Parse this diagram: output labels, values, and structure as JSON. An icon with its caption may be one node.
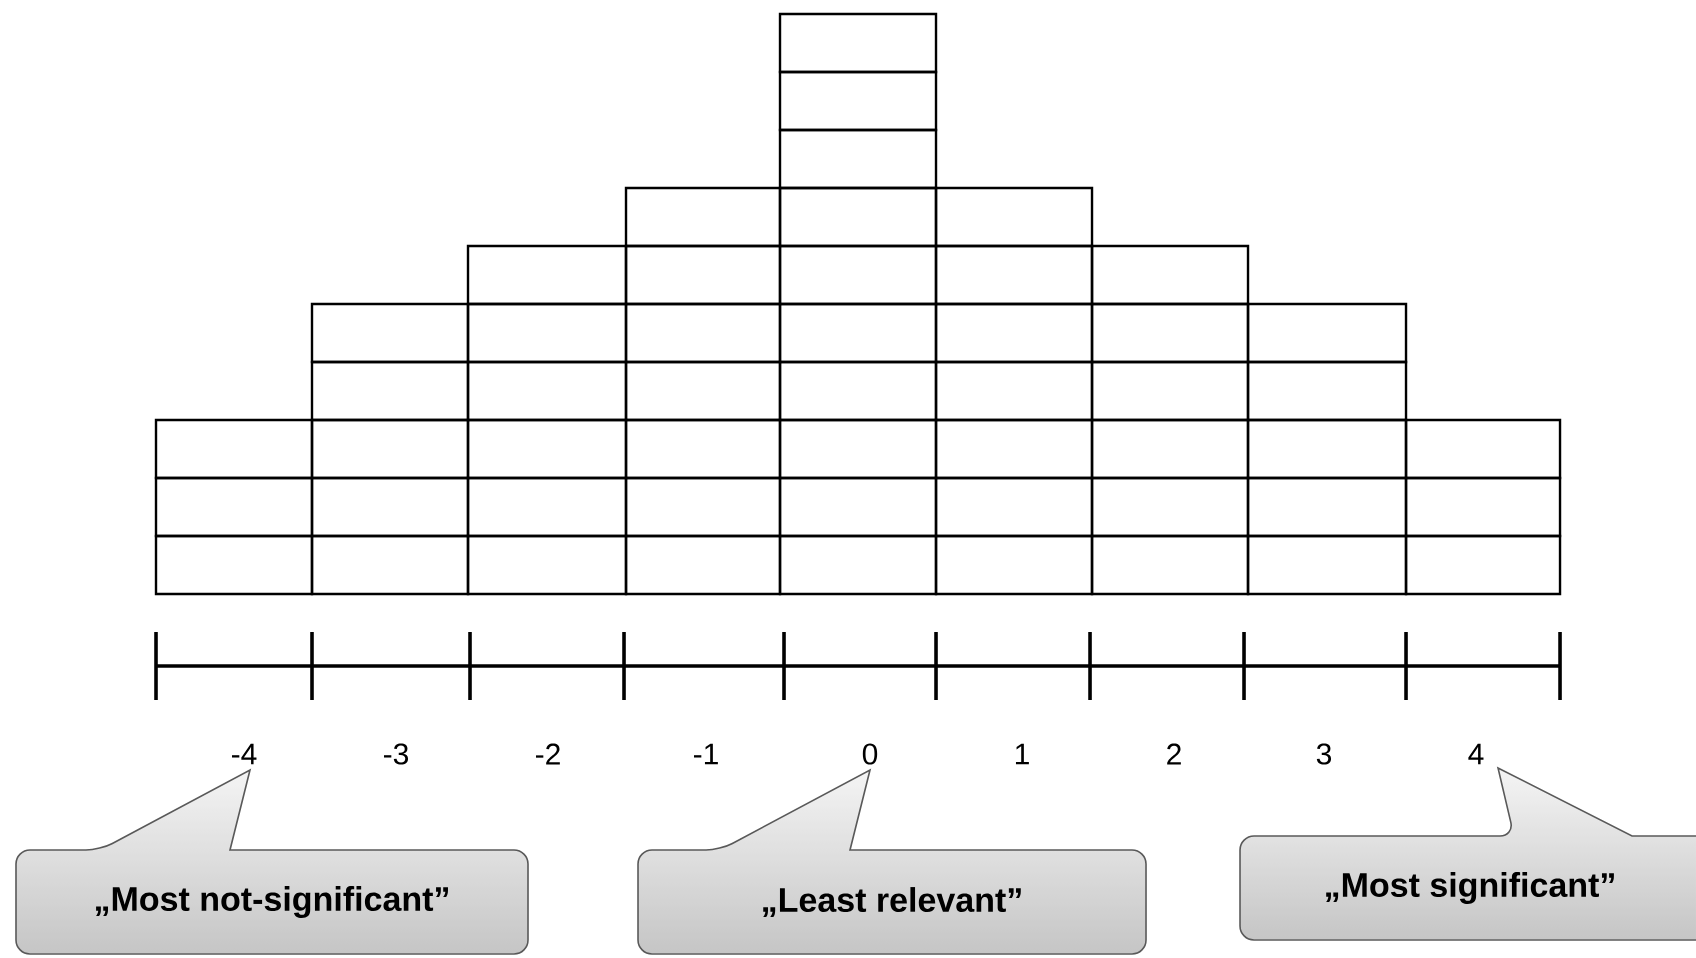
{
  "diagram": {
    "nodes": [
      {
        "text": [
          "„Most not-significant”"
        ]
      },
      {
        "text": [
          "„Least relevant”"
        ]
      },
      {
        "text": [
          "„Most significant”"
        ]
      }
    ],
    "labels": [
      "-4",
      "-3",
      "-2",
      "-1",
      "0",
      "1",
      "2",
      "3",
      "4"
    ]
  }
}
